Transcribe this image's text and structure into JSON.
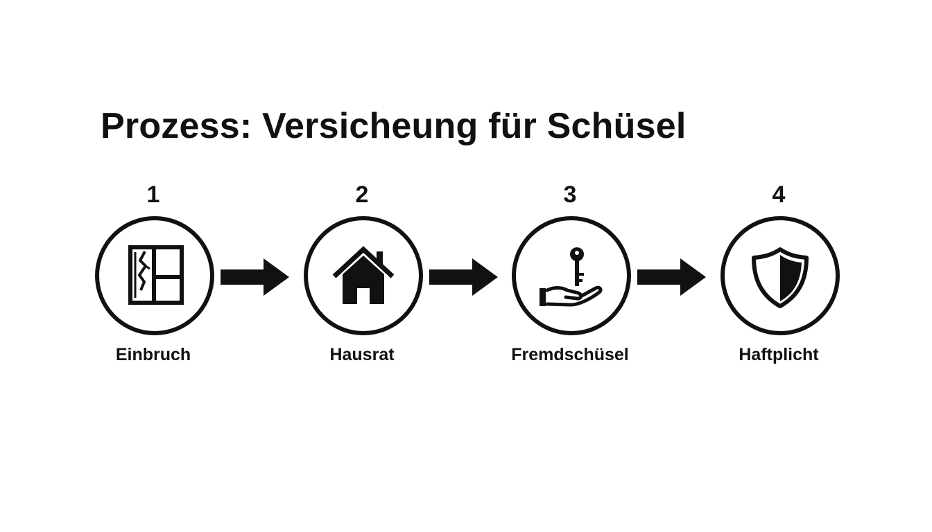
{
  "title": "Prozess: Versicheung für Schüsel",
  "steps": [
    {
      "number": "1",
      "label": "Einbruch",
      "icon": "broken-window-icon"
    },
    {
      "number": "2",
      "label": "Hausrat",
      "icon": "house-icon"
    },
    {
      "number": "3",
      "label": "Fremdschüsel",
      "icon": "key-in-hand-icon"
    },
    {
      "number": "4",
      "label": "Haftplicht",
      "icon": "shield-icon"
    }
  ],
  "colors": {
    "foreground": "#111111",
    "background": "#ffffff"
  }
}
